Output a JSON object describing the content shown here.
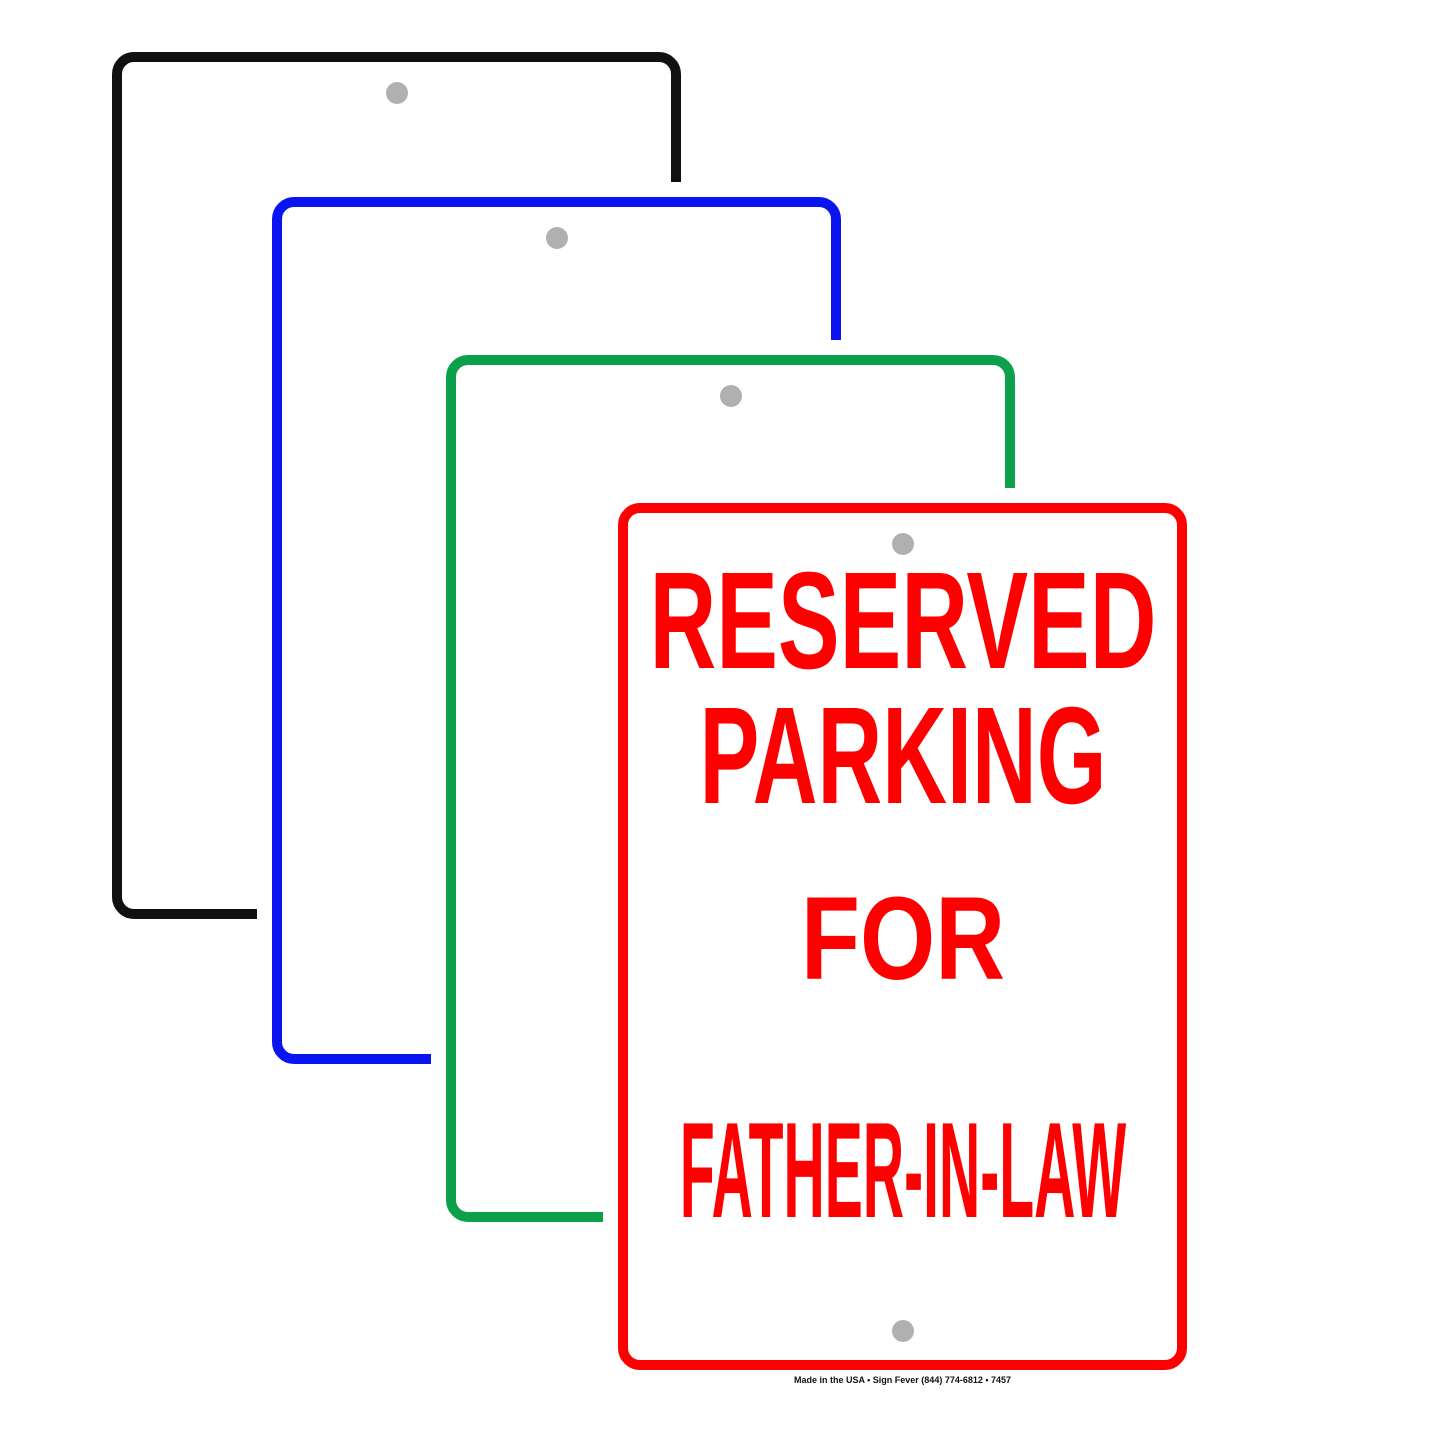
{
  "sign_text": {
    "line1": "RESERVED",
    "line2": "PARKING",
    "line3": "FOR",
    "line4": "FATHER-IN-LAW"
  },
  "signs": [
    {
      "color": "#111111"
    },
    {
      "color": "#0a14f0"
    },
    {
      "color": "#0ca04a"
    },
    {
      "color": "#ff0000"
    }
  ],
  "footer": "Made in the USA • Sign Fever (844) 774-6812 • 7457"
}
